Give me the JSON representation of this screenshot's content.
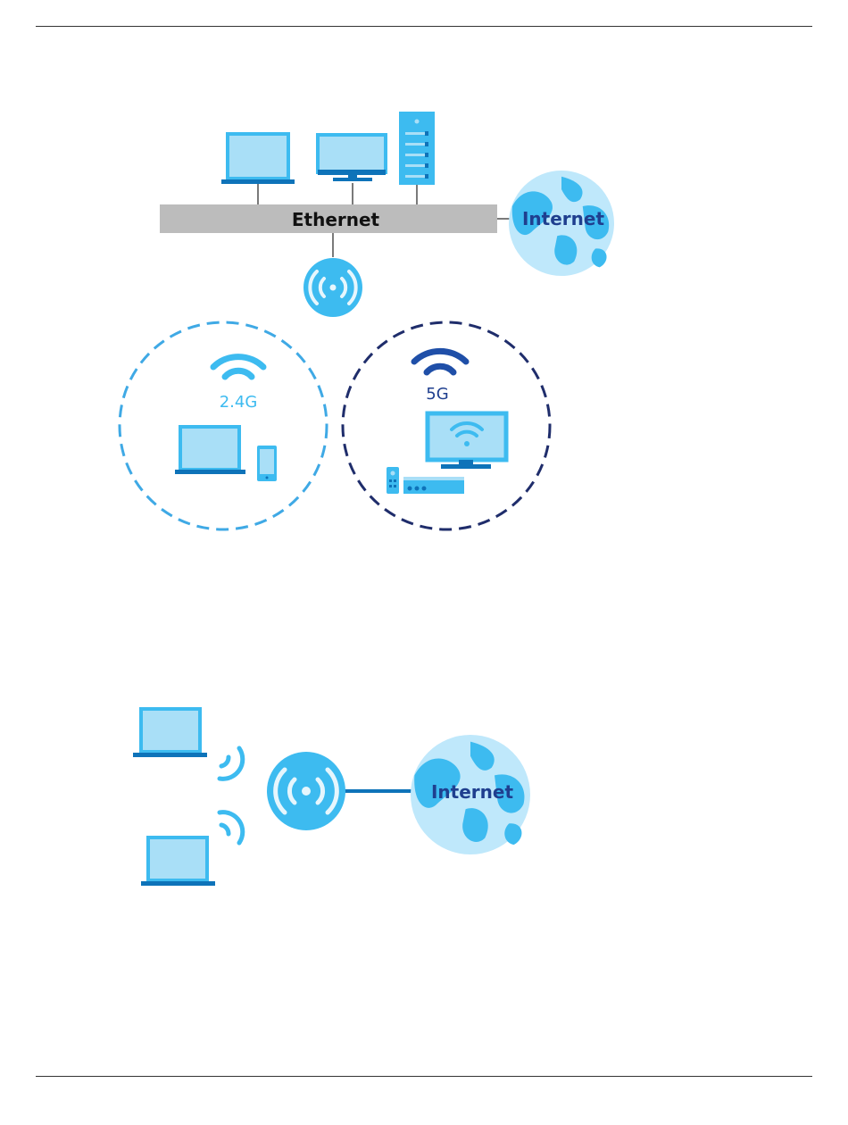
{
  "labels": {
    "ethernet": "Ethernet",
    "internet_top": "Internet",
    "band_24": "2.4G",
    "band_5": "5G",
    "internet_bottom": "Internet"
  },
  "colors": {
    "device_fill": "#a9dff7",
    "device_stroke": "#1b8fd3",
    "device_base": "#0e73b9",
    "ap_blue": "#3dbbf0",
    "globe_water": "#bfe8fb",
    "globe_land": "#3dbbf0",
    "ethernet_bar": "#bcbcbc",
    "band_24": "#3fa9e5",
    "band_5": "#1f2d6b",
    "internet_text": "#1f3f8f"
  },
  "icons": [
    "laptop-icon",
    "desktop-monitor-icon",
    "server-icon",
    "access-point-icon",
    "globe-icon",
    "wifi-icon",
    "smartphone-icon",
    "tv-icon",
    "set-top-box-icon",
    "remote-icon",
    "signal-icon"
  ]
}
